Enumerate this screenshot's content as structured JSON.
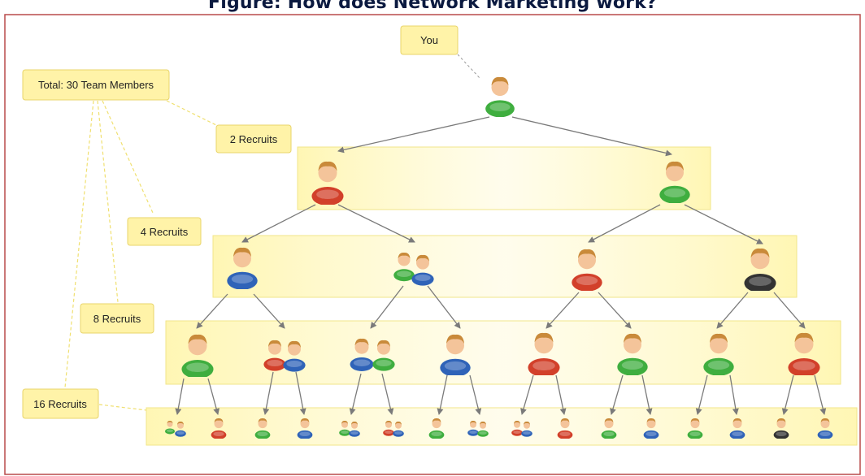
{
  "title": "Figure: How does Network Marketing work?",
  "labels": {
    "you": "You",
    "total": "Total: 30 Team Members",
    "level1": "2 Recruits",
    "level2": "4 Recruits",
    "level3": "8 Recruits",
    "level4": "16 Recruits"
  },
  "colors": {
    "label_fill": "#fff3a8",
    "label_border": "#e8d46a",
    "band": "#fff8c0",
    "arrow": "#7a7a7a",
    "frame": "#b84a4a",
    "shirt_green": "#3fae3f",
    "shirt_red": "#d2402a",
    "shirt_blue": "#2f63b8",
    "shirt_black": "#333333"
  }
}
